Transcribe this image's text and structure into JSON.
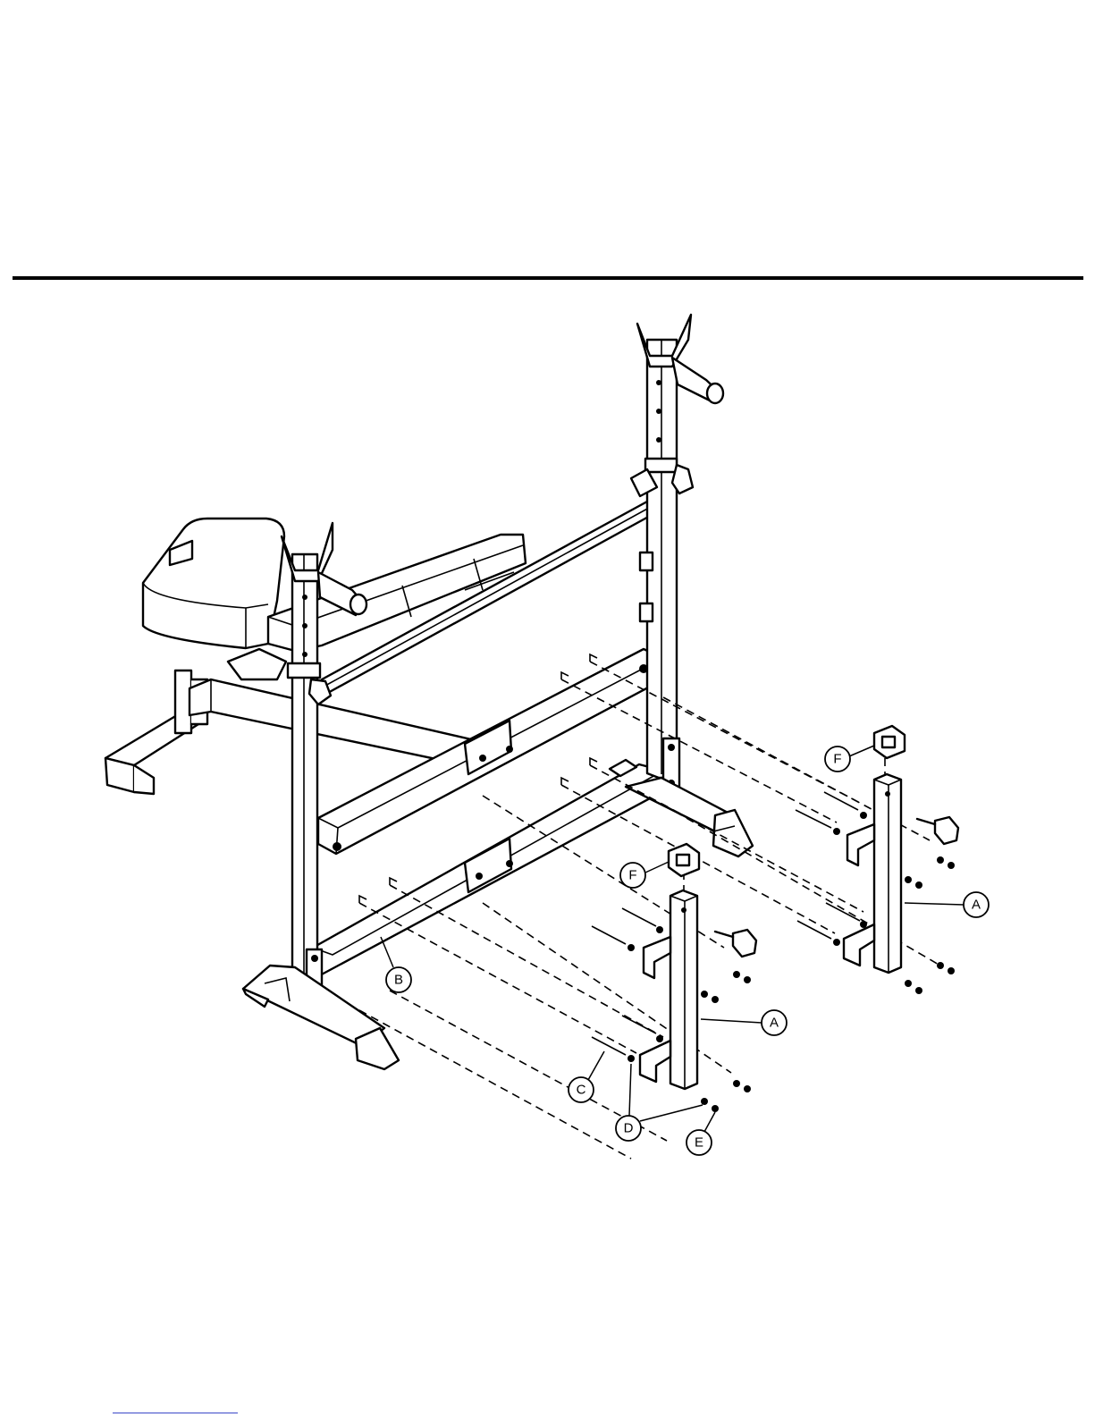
{
  "diagram": {
    "callouts": [
      {
        "label": "A"
      },
      {
        "label": "A"
      },
      {
        "label": "B"
      },
      {
        "label": "C"
      },
      {
        "label": "D"
      },
      {
        "label": "E"
      },
      {
        "label": "F"
      },
      {
        "label": "F"
      }
    ]
  },
  "colors": {
    "line": "#000000",
    "paper": "#ffffff",
    "link": "#3b48c8"
  }
}
